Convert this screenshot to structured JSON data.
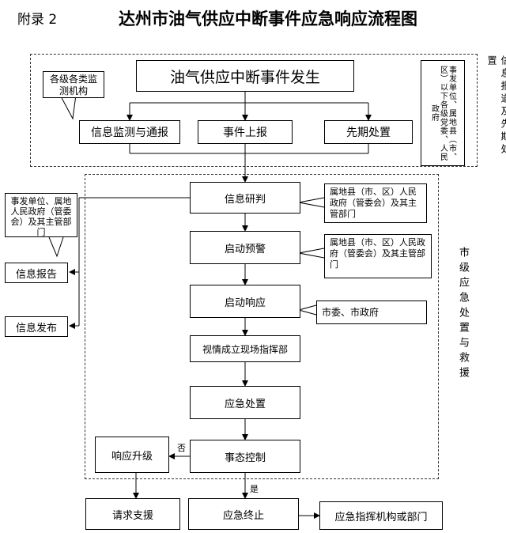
{
  "header": {
    "appendix_label": "附录 2",
    "title": "达州市油气供应中断事件应急响应流程图"
  },
  "top_section": {
    "event_box": "油气供应中断事件发生",
    "monitor_note": "各级各类监测机构",
    "monitoring_box": "信息监测与通报",
    "report_box": "事件上报",
    "initial_box": "先期处置",
    "local_note": "事发单位、属地县（市、区）以下各级党委、人民政府",
    "side_label": "信息报道及先期处置"
  },
  "middle_section": {
    "research_box": "信息研判",
    "research_note": "属地县（市、区）人民政府（管委会）及其主管部门",
    "warning_box": "启动预警",
    "warning_note": "属地县（市、区）人民政府（管委会）及其主管部门",
    "response_box": "启动响应",
    "response_note": "市委、市政府",
    "command_box": "视情成立现场指挥部",
    "handling_box": "应急处置",
    "control_box": "事态控制",
    "upgrade_box": "响应升级",
    "no_label": "否",
    "yes_label": "是",
    "side_label": "市级应急处置与救援"
  },
  "left_section": {
    "note": "事发单位、属地人民政府（管委会）及其主管部门",
    "info_report_box": "信息报告",
    "info_release_box": "信息发布"
  },
  "bottom_section": {
    "support_box": "请求支援",
    "terminate_box": "应急终止",
    "agency_box": "应急指挥机构或部门"
  }
}
